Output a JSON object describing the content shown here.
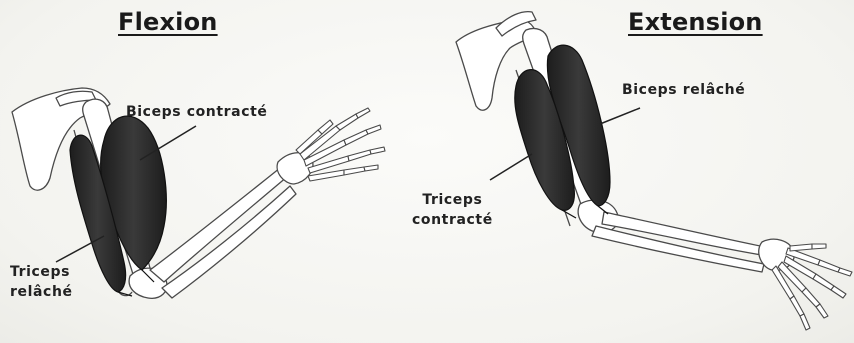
{
  "flexion": {
    "title": "Flexion",
    "biceps_label": "Biceps contracté",
    "triceps_label_line1": "Triceps",
    "triceps_label_line2": "relâché"
  },
  "extension": {
    "title": "Extension",
    "biceps_label": "Biceps relâché",
    "triceps_label_line1": "Triceps",
    "triceps_label_line2": "contracté"
  },
  "colors": {
    "muscle": "#2b2b2b",
    "bone_outline": "#4a4a4a",
    "text": "#222222"
  }
}
